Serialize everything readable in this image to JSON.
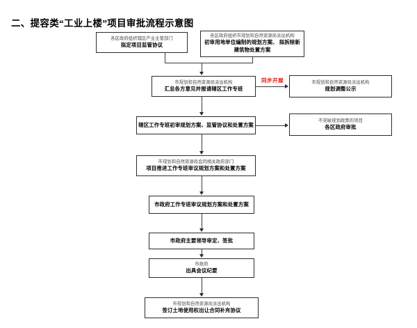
{
  "document": {
    "title": "二、提容类“工业上楼”项目审批流程示意图"
  },
  "flowchart": {
    "type": "flowchart",
    "annotations": [
      {
        "id": "parallel-note",
        "text": "同步开展",
        "color": "#e8180c"
      }
    ],
    "nodes": [
      {
        "id": "node-top-left",
        "sub": "各区政府组织辖区产业主管部门",
        "main": "拟定项目监管协议"
      },
      {
        "id": "node-top-right",
        "sub": "各区政府组织市规划和自然资源局派出机构",
        "main": "初审用地单位编制的规划方案、\n拟拆除新建筑物处置方案"
      },
      {
        "id": "node-consolidate",
        "sub": "市规划和自然资源局派出机构",
        "main": "汇总各方意见并报请辖区工作专班"
      },
      {
        "id": "node-publicity",
        "sub": "市规划和自然资源局派出机构",
        "main": "规划调整公示"
      },
      {
        "id": "node-district-review",
        "sub": "",
        "main": "辖区工作专班初审规划方案、监管协议和处置方案"
      },
      {
        "id": "node-district-approval",
        "sub": "不突破规划政策的项目",
        "main": "各区政府审批"
      },
      {
        "id": "node-project-team",
        "sub": "市规划和自然资源局会同相关政府部门",
        "main": "项目推进工作专班审议规划方案和处置方案"
      },
      {
        "id": "node-city-team",
        "sub": "",
        "main": "市政府工作专班审议规划方案和处置方案"
      },
      {
        "id": "node-leader-approval",
        "sub": "",
        "main": "市政府主要领导审定、签批"
      },
      {
        "id": "node-meeting-minutes",
        "sub": "市政府",
        "main": "出具会议纪要"
      },
      {
        "id": "node-sign-contract",
        "sub": "市规划和自然资源局派出机构",
        "main": "签订土地使用权出让合同补充协议"
      }
    ]
  }
}
